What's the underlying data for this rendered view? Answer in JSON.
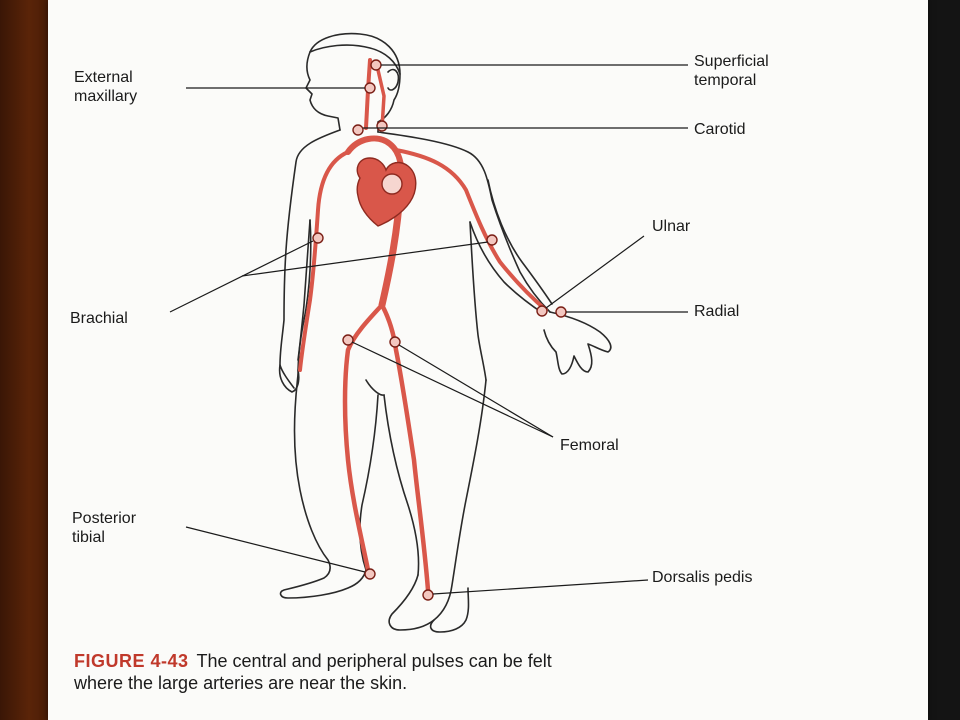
{
  "labels": {
    "superficial_temporal_line1": "Superficial",
    "superficial_temporal_line2": "temporal",
    "external_maxillary_line1": "External",
    "external_maxillary_line2": "maxillary",
    "carotid": "Carotid",
    "ulnar": "Ulnar",
    "radial": "Radial",
    "brachial": "Brachial",
    "femoral": "Femoral",
    "posterior_tibial_line1": "Posterior",
    "posterior_tibial_line2": "tibial",
    "dorsalis_pedis": "Dorsalis pedis"
  },
  "caption": {
    "figure_number": "FIGURE 4-43",
    "text_line1": "The central and peripheral pulses can be felt",
    "text_line2": "where the large arteries are near the skin."
  },
  "colors": {
    "artery": "#d9574a",
    "artery_light": "#e8a096",
    "outline": "#2a2a2a",
    "caption_accent": "#c0392b"
  }
}
